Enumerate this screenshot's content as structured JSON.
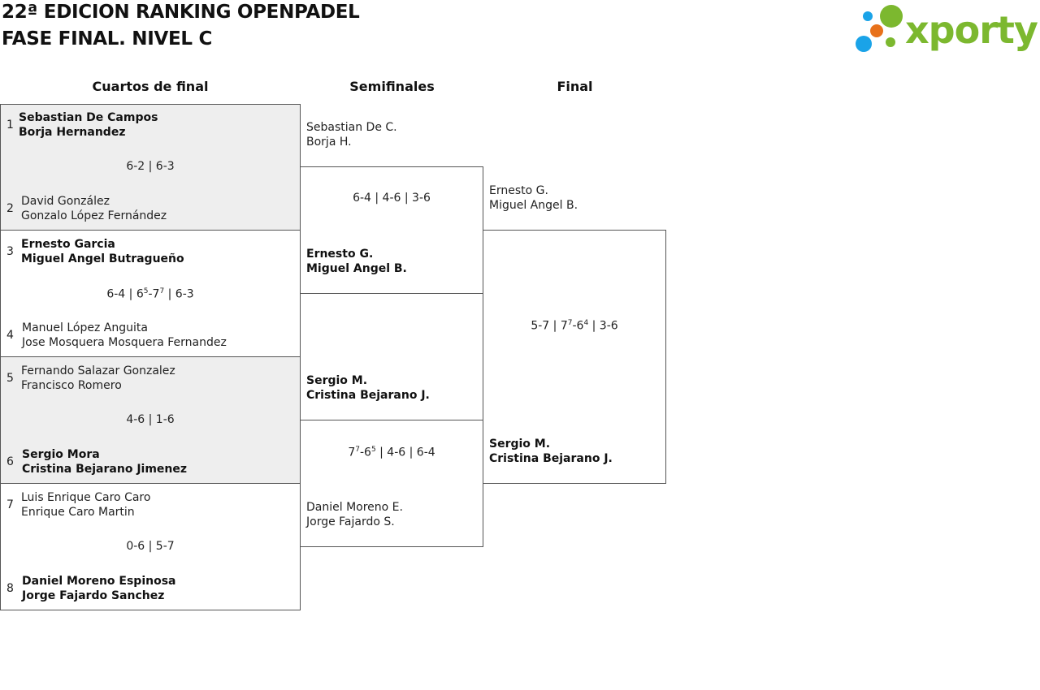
{
  "header": {
    "title_line1": "22ª EDICION RANKING OPENPADEL",
    "title_line2": "FASE FINAL. NIVEL C"
  },
  "logo": {
    "text": "xporty",
    "colors": {
      "green": "#7cb82f",
      "blue": "#1aa3e8",
      "orange": "#e8711a"
    }
  },
  "columns": {
    "quarterfinals": "Cuartos de final",
    "semifinals": "Semifinales",
    "final": "Final"
  },
  "quarterfinals": [
    {
      "top": {
        "seed": "1",
        "player1": "Sebastian De Campos",
        "player2": "Borja Hernandez",
        "winner": true
      },
      "bottom": {
        "seed": "2",
        "player1": "David González",
        "player2": "Gonzalo López Fernández",
        "winner": false
      },
      "score": "6-2 | 6-3"
    },
    {
      "top": {
        "seed": "3",
        "player1": "Ernesto Garcia",
        "player2": "Miguel Angel Butragueño",
        "winner": true
      },
      "bottom": {
        "seed": "4",
        "player1": "Manuel López Anguita",
        "player2": "Jose Mosquera Mosquera Fernandez",
        "winner": false
      },
      "score_parts": [
        "6-4 | 6",
        "5",
        "-7",
        "7",
        " | 6-3"
      ]
    },
    {
      "top": {
        "seed": "5",
        "player1": "Fernando Salazar Gonzalez",
        "player2": "Francisco Romero",
        "winner": false
      },
      "bottom": {
        "seed": "6",
        "player1": "Sergio Mora",
        "player2": "Cristina Bejarano Jimenez",
        "winner": true
      },
      "score": "4-6 | 1-6"
    },
    {
      "top": {
        "seed": "7",
        "player1": "Luis Enrique Caro Caro",
        "player2": "Enrique Caro Martin",
        "winner": false
      },
      "bottom": {
        "seed": "8",
        "player1": "Daniel Moreno Espinosa",
        "player2": "Jorge Fajardo Sanchez",
        "winner": true
      },
      "score": "0-6 | 5-7"
    }
  ],
  "semifinals": [
    {
      "top": {
        "player1": "Sebastian De C.",
        "player2": "Borja H.",
        "winner": false
      },
      "bottom": {
        "player1": "Ernesto G.",
        "player2": "Miguel Angel B.",
        "winner": true
      },
      "score": "6-4 | 4-6 | 3-6"
    },
    {
      "top": {
        "player1": "Sergio M.",
        "player2": "Cristina Bejarano J.",
        "winner": true
      },
      "bottom": {
        "player1": "Daniel Moreno E.",
        "player2": "Jorge Fajardo S.",
        "winner": false
      },
      "score_parts": [
        "7",
        "7",
        "-6",
        "5",
        " | 4-6 | 6-4"
      ]
    }
  ],
  "final": {
    "top": {
      "player1": "Ernesto G.",
      "player2": "Miguel Angel B.",
      "winner": false
    },
    "bottom": {
      "player1": "Sergio M.",
      "player2": "Cristina Bejarano J.",
      "winner": true
    },
    "score_parts": [
      "5-7 | 7",
      "7",
      "-6",
      "4",
      " | 3-6"
    ]
  }
}
